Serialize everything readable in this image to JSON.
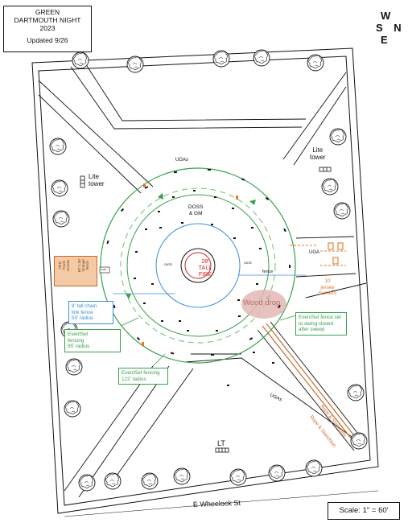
{
  "title": {
    "lines": [
      "GREEN",
      "DARTMOUTH NIGHT",
      "2023"
    ],
    "updated": "Updated 9/26"
  },
  "compass": {
    "w": "W",
    "s": "S",
    "n": "N",
    "e": "E"
  },
  "scale": "Scale:  1\" = 60'",
  "street": "E Wheelock St",
  "labels": {
    "lite_tower_west": [
      "Lite",
      "tower"
    ],
    "lite_tower_east": [
      "Lite",
      "tower"
    ],
    "ugas_top": "UGAs",
    "ugas_bottom": "UGAs",
    "uga_right": "UGA",
    "doss_gm": [
      "DOSS",
      "& GM"
    ],
    "fire": [
      "28'",
      "TALL",
      "FIRE"
    ],
    "gate_left": "GATE",
    "gate_right": "GATE",
    "fence": "fence",
    "wood_drop": "Wood drop",
    "jersey_barriers": [
      "10",
      "jersey",
      "barriers"
    ],
    "lt": "LT",
    "rope_upper": "Rope & Stanchion",
    "rope_lower": "Rope & Stanchion",
    "hfd_box": [
      "HFD",
      "Truck",
      "access",
      "60' x 30'",
      "Orange",
      "fence"
    ],
    "gate_small": "GATE"
  },
  "notes": {
    "chain_link": [
      "8' tall chain",
      "link fence",
      "55' radius"
    ],
    "eventset_95": [
      "EventSet",
      "fencing",
      "95' radius"
    ],
    "eventset_122": [
      "EventSet fencing",
      "122' radius"
    ],
    "eventset_swing": [
      "EventSet fence set",
      "to swing closed",
      "after sweep"
    ]
  },
  "colors": {
    "outer_ring": "#3aa04a",
    "middle_ring": "#3aa04a",
    "inner_ring": "#3b8fd9",
    "fire_ring": "#d42020",
    "orange_accent": "#e07a2c",
    "wood_drop_fill": "#e3b7b4",
    "hfd_fill": "#f3c9a6"
  },
  "icons": [
    "tree-icon",
    "lite-tower-icon",
    "barrier-icon"
  ]
}
